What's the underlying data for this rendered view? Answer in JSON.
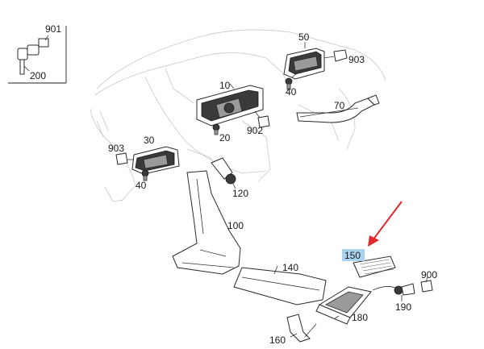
{
  "callouts": {
    "c901": "901",
    "c200": "200",
    "c50": "50",
    "c903a": "903",
    "c10": "10",
    "c40a": "40",
    "c70": "70",
    "c902": "902",
    "c20": "20",
    "c30": "30",
    "c903b": "903",
    "c40b": "40",
    "c120": "120",
    "c100": "100",
    "c140": "140",
    "c150": "150",
    "c900": "900",
    "c190": "190",
    "c180": "180",
    "c160": "160"
  },
  "colors": {
    "highlight": "#a9d2ec",
    "arrow": "#e0282e",
    "line": "#2a2a2a",
    "ghost": "#c8c8c8"
  }
}
